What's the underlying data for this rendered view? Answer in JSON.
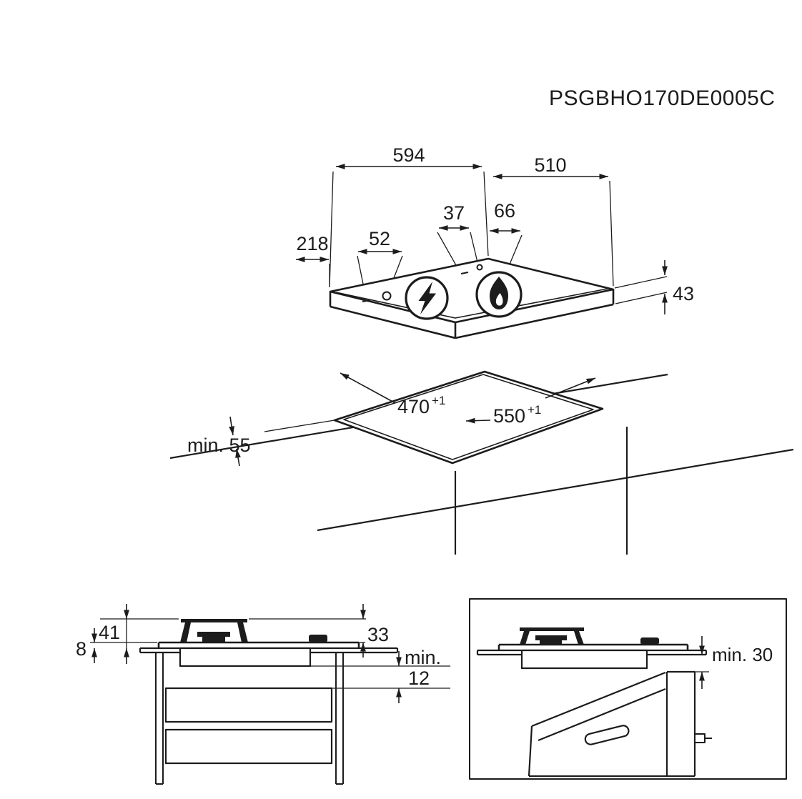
{
  "title": "PSGBHO170DE0005C",
  "colors": {
    "ink": "#1c1c1c",
    "background": "#ffffff"
  },
  "isometric_view": {
    "width_mm": "594",
    "depth_mm": "510",
    "burner_offset_back": "37",
    "burner_offset_right": "66",
    "ignition_offset": "52",
    "left_offset": "218",
    "thickness_mm": "43",
    "electric_icon": "lightning-bolt",
    "gas_icon": "flame"
  },
  "cutout_view": {
    "cutout_depth": "470",
    "cutout_depth_tolerance": "+1",
    "cutout_width": "550",
    "cutout_width_tolerance": "+1",
    "front_edge_clearance": "min. 55"
  },
  "section_view": {
    "grate_height_above_worktop": "41",
    "glass_height_above_worktop": "8",
    "grate_height_above_glass": "33",
    "below_clearance_label": "min.",
    "below_clearance_value": "12"
  },
  "oven_view": {
    "oven_clearance": "min. 30"
  }
}
